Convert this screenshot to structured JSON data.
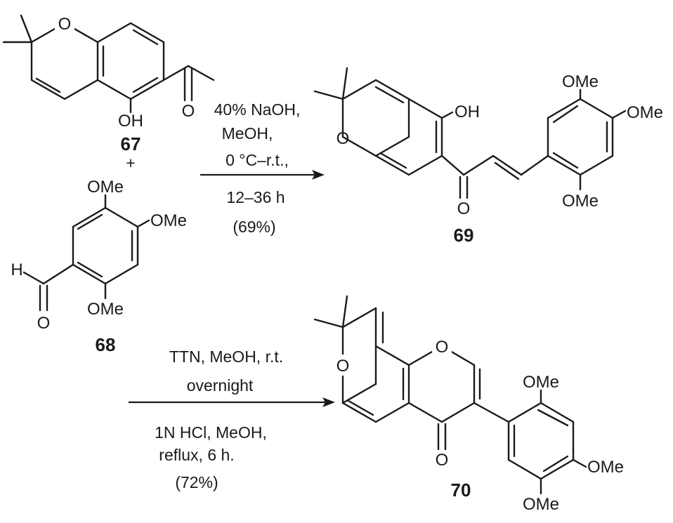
{
  "compounds": {
    "c67": "67",
    "c68": "68",
    "c69": "69",
    "c70": "70",
    "plus": "+"
  },
  "atoms": {
    "O": "O",
    "OH": "OH",
    "H": "H",
    "OMe": "OMe"
  },
  "step1": {
    "line1": "40% NaOH,",
    "line2": "MeOH,",
    "line3": "0 °C–r.t.,",
    "line4": "12–36 h",
    "line5": "(69%)"
  },
  "step2": {
    "line1": "TTN, MeOH, r.t.",
    "line2": "overnight",
    "line3": "1N HCl, MeOH,",
    "line4": "reflux, 6 h.",
    "line5": "(72%)"
  }
}
